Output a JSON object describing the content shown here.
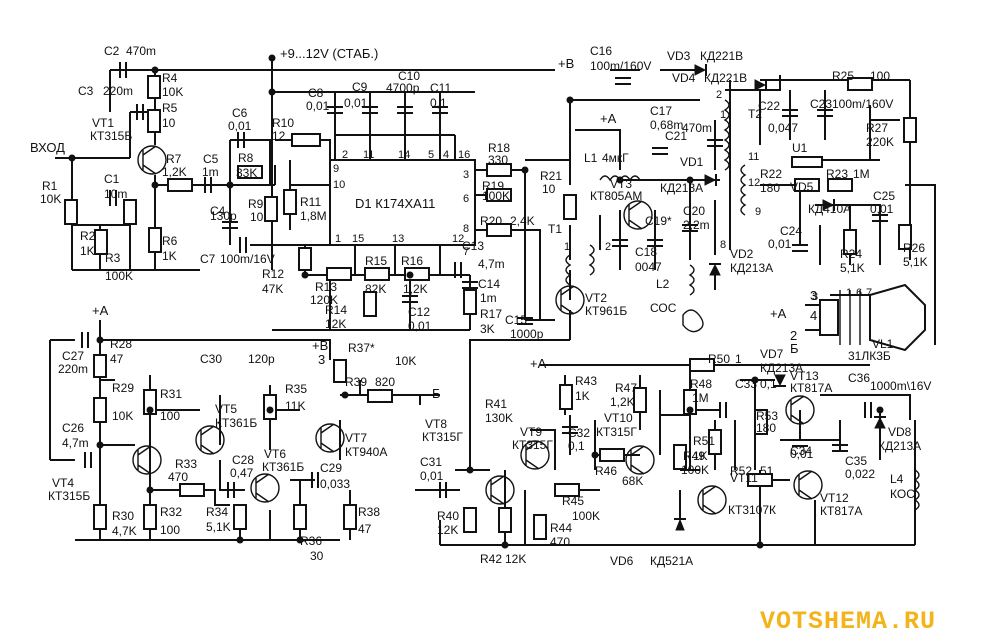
{
  "watermark": "VOTSHEMA.RU",
  "power": {
    "supply": "+9...12V (СТАБ.)",
    "plus_b": "+В",
    "plus_a": "+А",
    "label_b": "Б",
    "label_2": "2",
    "label_3": "3",
    "label_4": "4",
    "input": "ВХОД"
  },
  "chip": {
    "name": "D1 К174ХА11",
    "pins": [
      "9",
      "10",
      "2",
      "11",
      "14",
      "5",
      "4",
      "16",
      "3",
      "6",
      "8",
      "12",
      "1",
      "15",
      "13",
      "7"
    ]
  },
  "resistors": [
    {
      "ref": "R1",
      "val": "10K"
    },
    {
      "ref": "R2",
      "val": "1K"
    },
    {
      "ref": "R3",
      "val": "100K"
    },
    {
      "ref": "R4",
      "val": "10K"
    },
    {
      "ref": "R5",
      "val": "10"
    },
    {
      "ref": "R6",
      "val": "1K"
    },
    {
      "ref": "R7",
      "val": "1,2K"
    },
    {
      "ref": "R8",
      "val": "33K"
    },
    {
      "ref": "R9",
      "val": "10"
    },
    {
      "ref": "R10",
      "val": "12"
    },
    {
      "ref": "R11",
      "val": "1,8M"
    },
    {
      "ref": "R12",
      "val": "47K"
    },
    {
      "ref": "R13",
      "val": "120K"
    },
    {
      "ref": "R14",
      "val": "12K"
    },
    {
      "ref": "R15",
      "val": "82K"
    },
    {
      "ref": "R16",
      "val": "1,2K"
    },
    {
      "ref": "R17",
      "val": "3K"
    },
    {
      "ref": "R18",
      "val": "330"
    },
    {
      "ref": "R19",
      "val": "100K"
    },
    {
      "ref": "R20",
      "val": "2,4K"
    },
    {
      "ref": "R21",
      "val": "10"
    },
    {
      "ref": "R22",
      "val": "180"
    },
    {
      "ref": "R23",
      "val": "1M"
    },
    {
      "ref": "R24",
      "val": "5,1K"
    },
    {
      "ref": "R25",
      "val": "100"
    },
    {
      "ref": "R26",
      "val": "5,1K"
    },
    {
      "ref": "R27",
      "val": "220K"
    },
    {
      "ref": "R28",
      "val": "47"
    },
    {
      "ref": "R29",
      "val": "10K"
    },
    {
      "ref": "R30",
      "val": "4,7K"
    },
    {
      "ref": "R31",
      "val": "100"
    },
    {
      "ref": "R32",
      "val": "100"
    },
    {
      "ref": "R33",
      "val": "470"
    },
    {
      "ref": "R34",
      "val": "5,1K"
    },
    {
      "ref": "R35",
      "val": "11K"
    },
    {
      "ref": "R36",
      "val": "30"
    },
    {
      "ref": "R37*",
      "val": "10K"
    },
    {
      "ref": "R38",
      "val": "47"
    },
    {
      "ref": "R39",
      "val": "820"
    },
    {
      "ref": "R40",
      "val": "12K"
    },
    {
      "ref": "R41",
      "val": "130K"
    },
    {
      "ref": "R42",
      "val": "12K"
    },
    {
      "ref": "R43",
      "val": "1K"
    },
    {
      "ref": "R44",
      "val": "470"
    },
    {
      "ref": "R45",
      "val": "100K"
    },
    {
      "ref": "R46",
      "val": "68K"
    },
    {
      "ref": "R47",
      "val": "1,2K"
    },
    {
      "ref": "R48",
      "val": "1M"
    },
    {
      "ref": "R49",
      "val": "100K"
    },
    {
      "ref": "R50",
      "val": "1"
    },
    {
      "ref": "R51",
      "val": "1K"
    },
    {
      "ref": "R52",
      "val": "51"
    },
    {
      "ref": "R53",
      "val": "180"
    }
  ],
  "capacitors": [
    {
      "ref": "C1",
      "val": "10m"
    },
    {
      "ref": "C2",
      "val": "470m"
    },
    {
      "ref": "C3",
      "val": "220m"
    },
    {
      "ref": "C4",
      "val": "130p"
    },
    {
      "ref": "C5",
      "val": "1m"
    },
    {
      "ref": "C6",
      "val": "0,01"
    },
    {
      "ref": "C7",
      "val": "100m/16V"
    },
    {
      "ref": "C8",
      "val": "0,01"
    },
    {
      "ref": "C9",
      "val": "0,01"
    },
    {
      "ref": "C10",
      "val": "4700p"
    },
    {
      "ref": "C11",
      "val": "0,1"
    },
    {
      "ref": "C12",
      "val": "0,01"
    },
    {
      "ref": "C13",
      "val": "4,7m"
    },
    {
      "ref": "C14",
      "val": "1m"
    },
    {
      "ref": "C15",
      "val": "1000p"
    },
    {
      "ref": "C16",
      "val": "100m/160V"
    },
    {
      "ref": "C17",
      "val": "0,68m"
    },
    {
      "ref": "C18",
      "val": "0047"
    },
    {
      "ref": "C19*",
      "val": ""
    },
    {
      "ref": "C20",
      "val": "2,2m"
    },
    {
      "ref": "C21",
      "val": "470m"
    },
    {
      "ref": "C22",
      "val": "0,047"
    },
    {
      "ref": "C23",
      "val": "100m/160V"
    },
    {
      "ref": "C24",
      "val": "0,01"
    },
    {
      "ref": "C25",
      "val": "0,01"
    },
    {
      "ref": "C26",
      "val": "4,7m"
    },
    {
      "ref": "C27",
      "val": "220m"
    },
    {
      "ref": "C28",
      "val": "0,47"
    },
    {
      "ref": "C29",
      "val": "0,033"
    },
    {
      "ref": "C30",
      "val": "120p"
    },
    {
      "ref": "C31",
      "val": "0,01"
    },
    {
      "ref": "C32",
      "val": "0,1"
    },
    {
      "ref": "C33",
      "val": "0,1"
    },
    {
      "ref": "C34",
      "val": "0,01"
    },
    {
      "ref": "C35",
      "val": "0,022"
    },
    {
      "ref": "C36",
      "val": "1000m\\16V"
    }
  ],
  "transistors": [
    {
      "ref": "VT1",
      "type": "КТ315Б"
    },
    {
      "ref": "VT2",
      "type": "КТ961Б"
    },
    {
      "ref": "VT3",
      "type": "КТ805АМ"
    },
    {
      "ref": "VT4",
      "type": "КТ315Б"
    },
    {
      "ref": "VT5",
      "type": "КТ361Б"
    },
    {
      "ref": "VT6",
      "type": "КТ361Б"
    },
    {
      "ref": "VT7",
      "type": "КТ940А"
    },
    {
      "ref": "VT8",
      "type": "КТ315Г"
    },
    {
      "ref": "VT9",
      "type": "КТ315Г"
    },
    {
      "ref": "VT10",
      "type": "КТ315Г"
    },
    {
      "ref": "VT11",
      "type": "КТ3107К"
    },
    {
      "ref": "VT12",
      "type": "КТ817А"
    },
    {
      "ref": "VT13",
      "type": "КТ817А"
    }
  ],
  "diodes": [
    {
      "ref": "VD1",
      "type": "КД213А"
    },
    {
      "ref": "VD2",
      "type": "КД213А"
    },
    {
      "ref": "VD3",
      "type": "КД221В"
    },
    {
      "ref": "VD4",
      "type": "КД221В"
    },
    {
      "ref": "VD5",
      "type": "КД410А"
    },
    {
      "ref": "VD6",
      "type": "КД521А"
    },
    {
      "ref": "VD7",
      "type": "КД213А"
    },
    {
      "ref": "VD8",
      "type": "КД213А"
    }
  ],
  "inductors": [
    {
      "ref": "L1",
      "val": "4мкГ"
    },
    {
      "ref": "L2",
      "val": "СОС"
    },
    {
      "ref": "L4",
      "val": "КОС"
    }
  ],
  "others": [
    {
      "ref": "T1",
      "val": ""
    },
    {
      "ref": "T2",
      "val": ""
    },
    {
      "ref": "U1",
      "val": ""
    },
    {
      "ref": "VL1",
      "val": "31ЛК3Б"
    }
  ],
  "pins": {
    "t1": [
      "1",
      "2"
    ],
    "t2": [
      "1",
      "2",
      "8",
      "9",
      "11",
      "12"
    ],
    "vl": [
      "1",
      "3",
      "6",
      "7"
    ]
  }
}
